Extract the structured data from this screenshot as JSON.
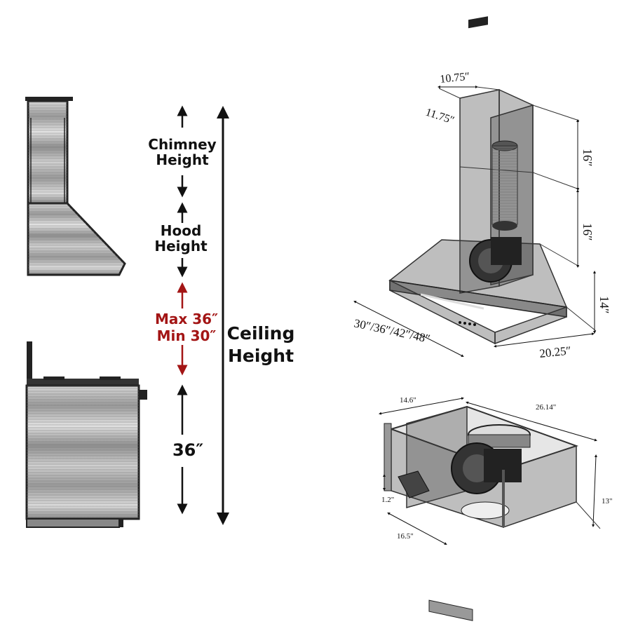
{
  "side_labels": {
    "chimney_line1": "Chimney",
    "chimney_line2": "Height",
    "hood_line1": "Hood",
    "hood_line2": "Height",
    "max": "Max 36″",
    "min": "Min 30″",
    "counter": "36″",
    "ceiling_line1": "Ceiling",
    "ceiling_line2": "Height"
  },
  "chimney_hood_dims": {
    "top_width": "10.75″",
    "top_depth": "11.75″",
    "upper_chimney": "16″",
    "lower_chimney": "16″",
    "hood": "14″",
    "widths": "30″/36″/42″/48″",
    "depth": "20.25″"
  },
  "insert_dims": {
    "width_top": "14.6\"",
    "length_top": "26.14\"",
    "height": "13\"",
    "flange": "1.2\"",
    "depth": "16.5\""
  },
  "colors": {
    "red_accent": "#a31515",
    "line": "#111111"
  }
}
